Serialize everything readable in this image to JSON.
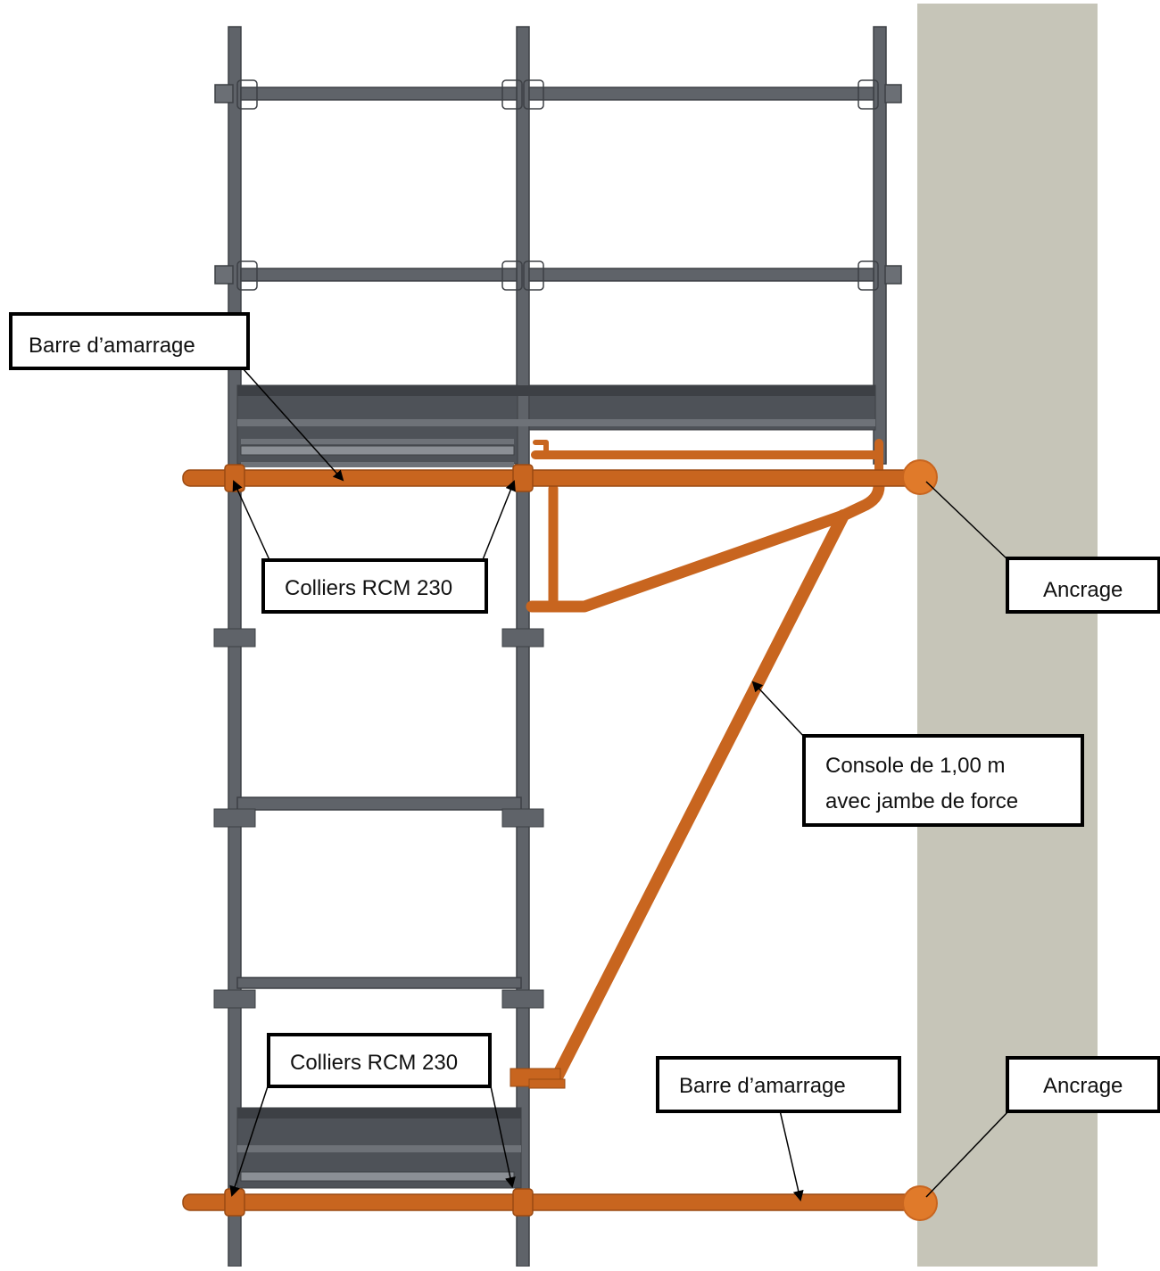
{
  "colors": {
    "steel": "#5f6369",
    "steel_dark": "#3d4045",
    "steel_light": "#8b8f95",
    "orange": "#c8651f",
    "orange_dark": "#9a4a12",
    "anchor": "#e07a2a",
    "wall": "#c6c5b8"
  },
  "labels": {
    "barre_top": "Barre d’amarrage",
    "colliers_top": "Colliers RCM 230",
    "ancrage_top": "Ancrage",
    "console_line1": "Console de 1,00 m",
    "console_line2": "avec jambe de force",
    "colliers_bottom": "Colliers RCM 230",
    "barre_bottom": "Barre d’amarrage",
    "ancrage_bottom": "Ancrage"
  }
}
